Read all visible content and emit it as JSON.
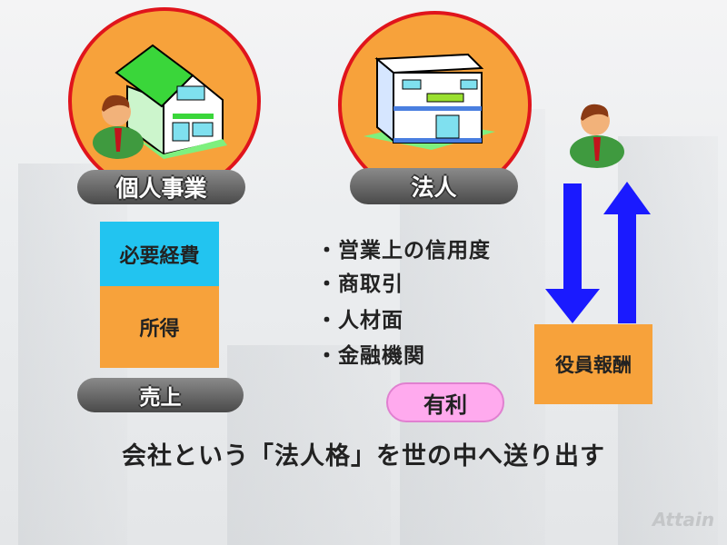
{
  "left": {
    "label": "個人事業",
    "expense": "必要経費",
    "income": "所得",
    "sales": "売上"
  },
  "right": {
    "label": "法人"
  },
  "bullets": [
    "・営業上の信用度",
    "・商取引",
    "・人材面",
    "・金融機関"
  ],
  "advantage": "有利",
  "compensation": "役員報酬",
  "caption": "会社という「法人格」を世の中へ送り出す",
  "watermark": "Attain",
  "colors": {
    "orange": "#f7a23b",
    "cyan": "#22c4f0",
    "red": "#e0141c",
    "blue": "#1a1aff",
    "pink": "#ffaaee"
  }
}
